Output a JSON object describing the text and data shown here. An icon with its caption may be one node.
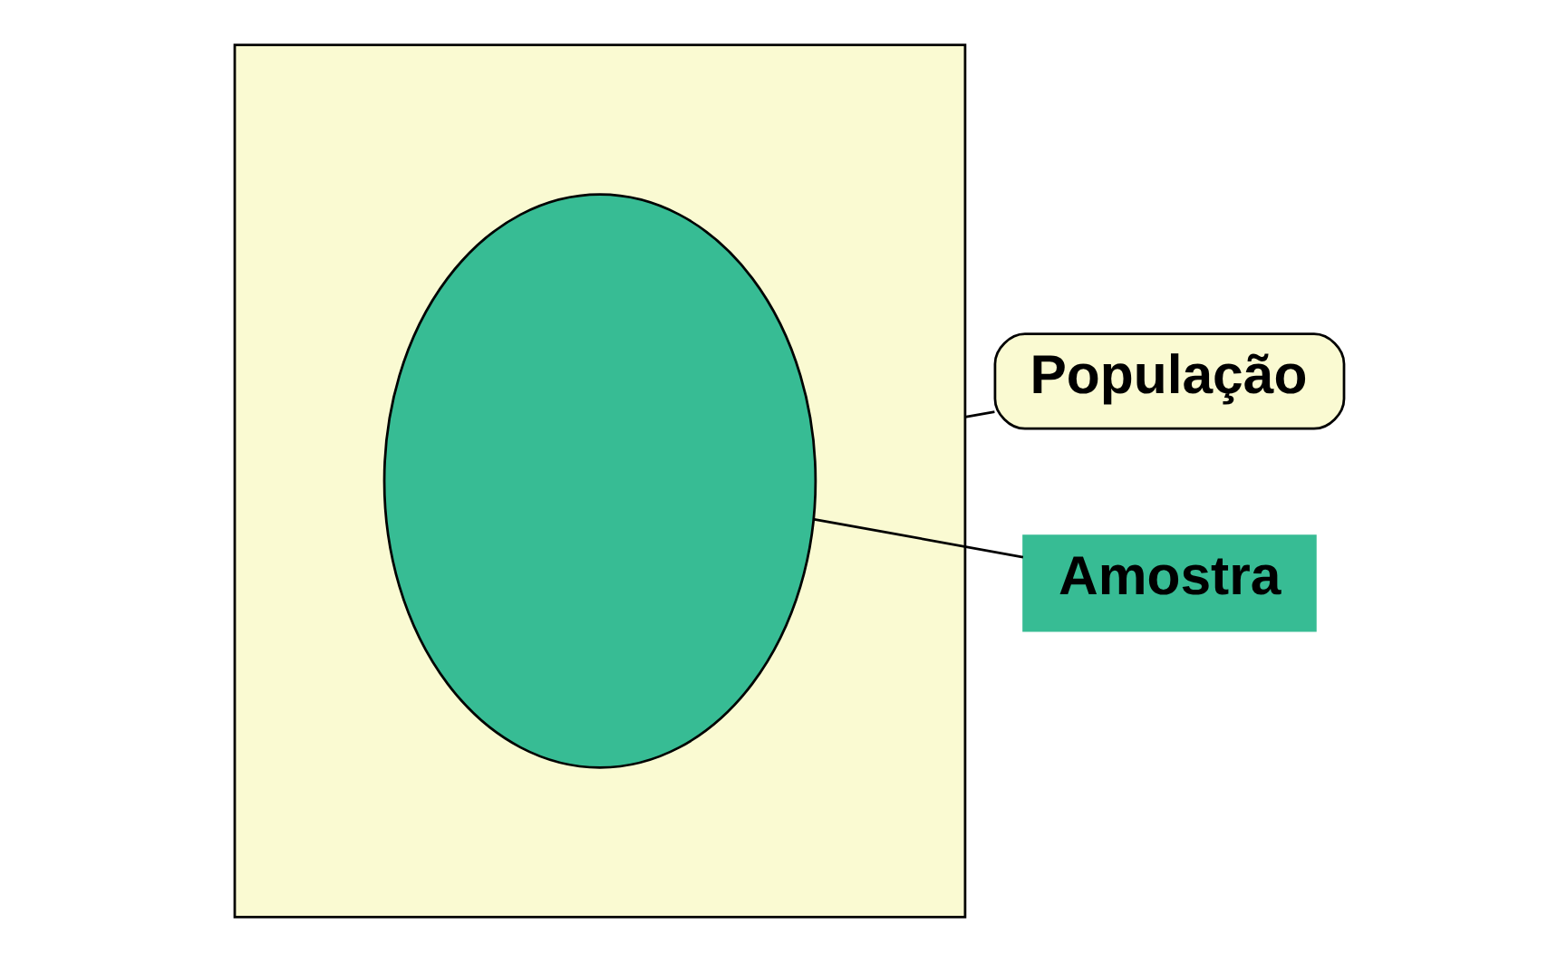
{
  "diagram": {
    "nodes": [
      {
        "text": [],
        "shape": "box"
      },
      {
        "text": [],
        "shape": "ellipse",
        "in": 0
      },
      {
        "text": [
          "População"
        ]
      },
      {
        "text": [
          "Amostra"
        ]
      }
    ],
    "edges": [
      {
        "from": 2,
        "to": 0,
        "arrow": "none"
      },
      {
        "from": 3,
        "to": 1,
        "arrow": "none"
      }
    ]
  }
}
